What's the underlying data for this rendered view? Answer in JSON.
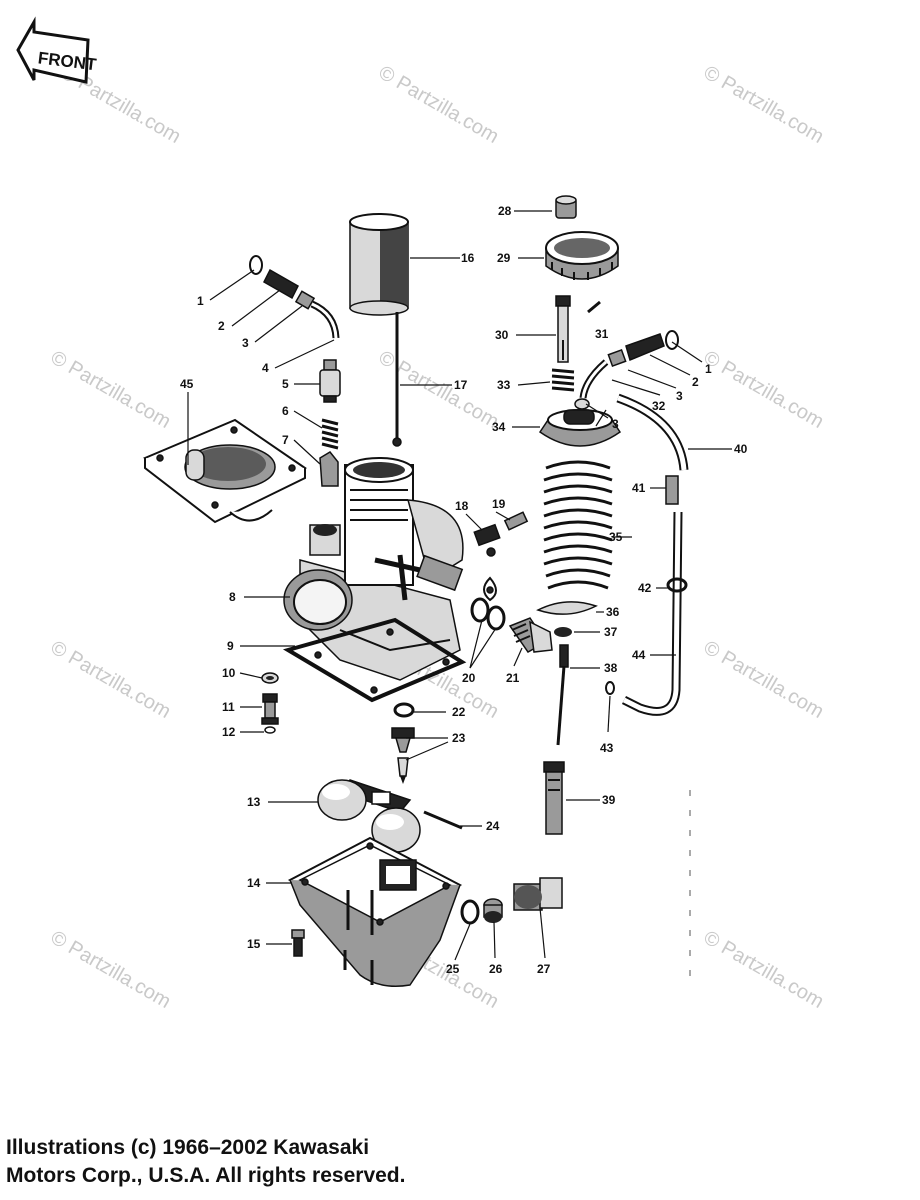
{
  "front_badge": "FRONT",
  "watermark": "© Partzilla.com",
  "copyright_lines": [
    "Illustrations (c) 1966–2002 Kawasaki",
    "Motors Corp., U.S.A.  All rights reserved."
  ],
  "callouts": [
    "1",
    "2",
    "3",
    "4",
    "5",
    "6",
    "7",
    "8",
    "9",
    "10",
    "11",
    "12",
    "13",
    "14",
    "15",
    "16",
    "17",
    "18",
    "19",
    "20",
    "21",
    "22",
    "23",
    "24",
    "25",
    "26",
    "27",
    "28",
    "29",
    "30",
    "31",
    "32",
    "33",
    "34",
    "35",
    "36",
    "37",
    "38",
    "39",
    "40",
    "41",
    "42",
    "43",
    "44",
    "45"
  ]
}
